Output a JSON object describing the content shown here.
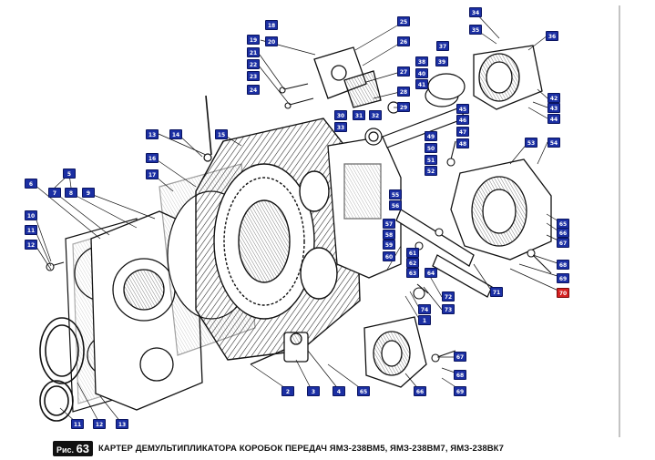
{
  "figure": {
    "badge_prefix": "Рис.",
    "number": "63",
    "caption": "КАРТЕР ДЕМУЛЬТИПЛИКАТОРА КОРОБОК ПЕРЕДАЧ ЯМЗ-238ВМ5, ЯМЗ-238ВМ7, ЯМЗ-238ВК7"
  },
  "callouts": [
    {
      "id": "c1",
      "label": "1"
    },
    {
      "id": "c2",
      "label": "2"
    },
    {
      "id": "c3",
      "label": "3"
    },
    {
      "id": "c4",
      "label": "4"
    },
    {
      "id": "c5",
      "label": "5"
    },
    {
      "id": "c6",
      "label": "6"
    },
    {
      "id": "c7",
      "label": "7"
    },
    {
      "id": "c8",
      "label": "8"
    },
    {
      "id": "c9",
      "label": "9"
    },
    {
      "id": "c10",
      "label": "10"
    },
    {
      "id": "c11",
      "label": "11"
    },
    {
      "id": "c12",
      "label": "12"
    },
    {
      "id": "c13",
      "label": "13"
    },
    {
      "id": "c14",
      "label": "14"
    },
    {
      "id": "c15",
      "label": "15"
    },
    {
      "id": "c16",
      "label": "16"
    },
    {
      "id": "c17",
      "label": "17"
    },
    {
      "id": "c18",
      "label": "18"
    },
    {
      "id": "c19",
      "label": "19"
    },
    {
      "id": "c20",
      "label": "20"
    },
    {
      "id": "c21",
      "label": "21"
    },
    {
      "id": "c22",
      "label": "22"
    },
    {
      "id": "c23",
      "label": "23"
    },
    {
      "id": "c24",
      "label": "24"
    },
    {
      "id": "c25",
      "label": "25"
    },
    {
      "id": "c26",
      "label": "26"
    },
    {
      "id": "c27",
      "label": "27"
    },
    {
      "id": "c28",
      "label": "28"
    },
    {
      "id": "c29",
      "label": "29"
    },
    {
      "id": "c30",
      "label": "30"
    },
    {
      "id": "c31",
      "label": "31"
    },
    {
      "id": "c32",
      "label": "32"
    },
    {
      "id": "c33",
      "label": "33"
    },
    {
      "id": "c34",
      "label": "34"
    },
    {
      "id": "c35",
      "label": "35"
    },
    {
      "id": "c36",
      "label": "36"
    },
    {
      "id": "c37",
      "label": "37"
    },
    {
      "id": "c38",
      "label": "38"
    },
    {
      "id": "c39",
      "label": "39"
    },
    {
      "id": "c40",
      "label": "40"
    },
    {
      "id": "c41",
      "label": "41"
    },
    {
      "id": "c42",
      "label": "42"
    },
    {
      "id": "c43",
      "label": "43"
    },
    {
      "id": "c44",
      "label": "44"
    },
    {
      "id": "c45",
      "label": "45"
    },
    {
      "id": "c46",
      "label": "46"
    },
    {
      "id": "c47",
      "label": "47"
    },
    {
      "id": "c48",
      "label": "48"
    },
    {
      "id": "c49",
      "label": "49"
    },
    {
      "id": "c50",
      "label": "50"
    },
    {
      "id": "c51",
      "label": "51"
    },
    {
      "id": "c52",
      "label": "52"
    },
    {
      "id": "c53",
      "label": "53"
    },
    {
      "id": "c54",
      "label": "54"
    },
    {
      "id": "c55",
      "label": "55"
    },
    {
      "id": "c56",
      "label": "56"
    },
    {
      "id": "c57",
      "label": "57"
    },
    {
      "id": "c58",
      "label": "58"
    },
    {
      "id": "c59",
      "label": "59"
    },
    {
      "id": "c60",
      "label": "60"
    },
    {
      "id": "c61",
      "label": "61"
    },
    {
      "id": "c62",
      "label": "62"
    },
    {
      "id": "c63",
      "label": "63"
    },
    {
      "id": "c64",
      "label": "64"
    },
    {
      "id": "c65",
      "label": "65"
    },
    {
      "id": "c66",
      "label": "66"
    },
    {
      "id": "c67",
      "label": "67"
    },
    {
      "id": "c68",
      "label": "68"
    },
    {
      "id": "c69",
      "label": "69"
    },
    {
      "id": "c70",
      "label": "70"
    },
    {
      "id": "c71",
      "label": "71"
    },
    {
      "id": "c72",
      "label": "72"
    },
    {
      "id": "c73",
      "label": "73"
    },
    {
      "id": "c74",
      "label": "74"
    }
  ],
  "colors": {
    "callout": "#1b2fa3",
    "highlight": "#d42020",
    "ink": "#111111"
  }
}
